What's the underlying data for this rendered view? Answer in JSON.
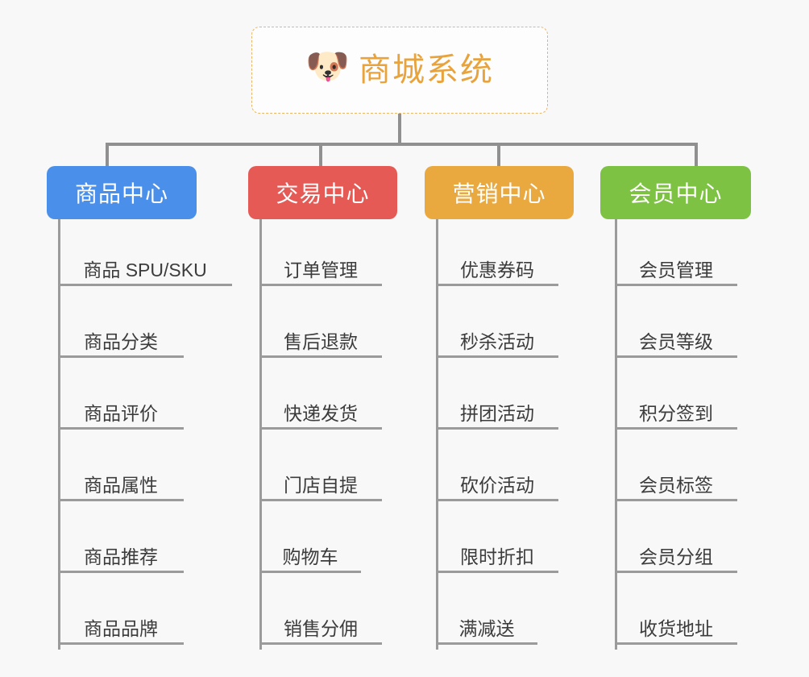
{
  "canvas": {
    "background": "#f8f8f9",
    "connector_color": "#909090"
  },
  "root": {
    "title": "商城系统",
    "icon": "shiba-dog-face-icon",
    "icon_glyph": "🐶",
    "text_color": "#e8a33d",
    "border_color": "#e8b665"
  },
  "categories": [
    {
      "label": "商品中心",
      "color": "#4a90ea",
      "items": [
        "商品 SPU/SKU",
        "商品分类",
        "商品评价",
        "商品属性",
        "商品推荐",
        "商品品牌"
      ]
    },
    {
      "label": "交易中心",
      "color": "#e55a55",
      "items": [
        "订单管理",
        "售后退款",
        "快递发货",
        "门店自提",
        "购物车",
        "销售分佣"
      ]
    },
    {
      "label": "营销中心",
      "color": "#eaa93f",
      "items": [
        "优惠券码",
        "秒杀活动",
        "拼团活动",
        "砍价活动",
        "限时折扣",
        "满减送"
      ]
    },
    {
      "label": "会员中心",
      "color": "#7dc242",
      "items": [
        "会员管理",
        "会员等级",
        "积分签到",
        "会员标签",
        "会员分组",
        "收货地址"
      ]
    }
  ]
}
